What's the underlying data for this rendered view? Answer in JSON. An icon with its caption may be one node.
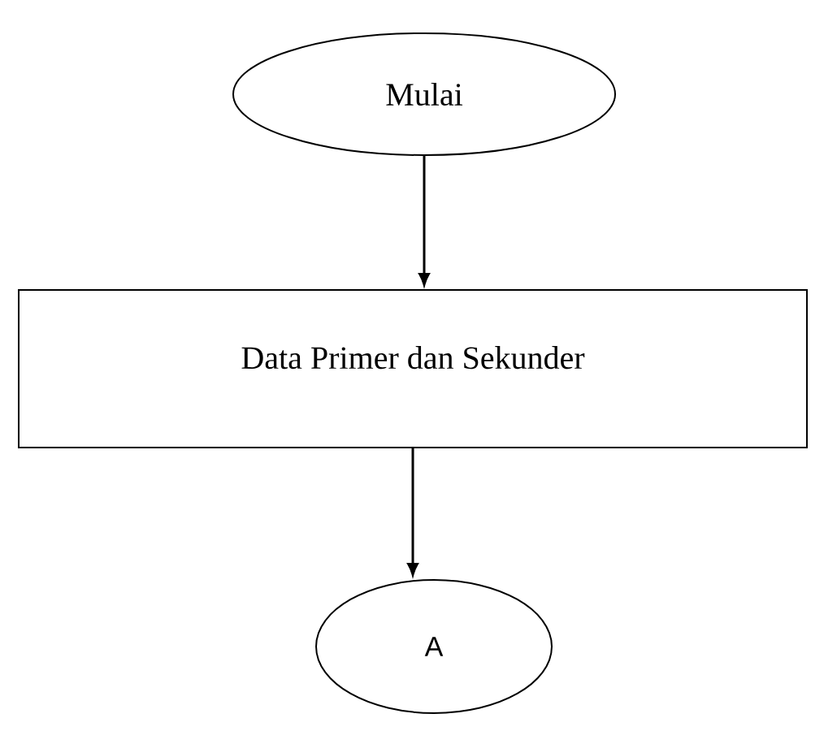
{
  "diagram": {
    "nodes": [
      {
        "text": [
          "Mulai"
        ]
      },
      {
        "text": [
          "Data Primer dan Sekunder"
        ]
      },
      {
        "text": [
          "A"
        ]
      }
    ],
    "edges": [
      {
        "from": 0,
        "to": 1,
        "arrow": "to"
      },
      {
        "from": 1,
        "to": 2,
        "arrow": "to"
      }
    ]
  }
}
